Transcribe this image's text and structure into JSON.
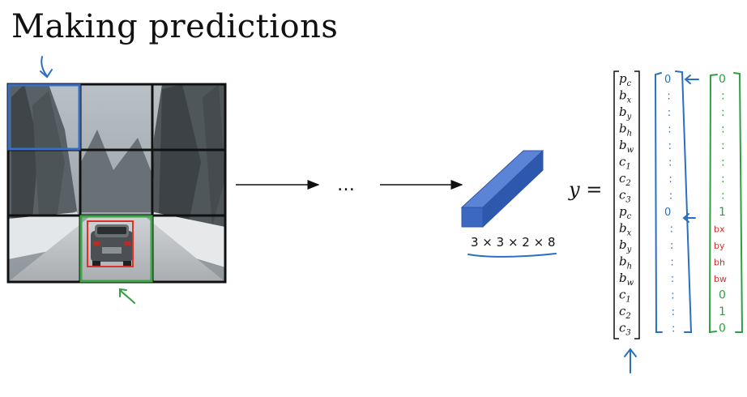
{
  "title": "Making predictions",
  "ellipsis": "…",
  "y_label": "y =",
  "output_shape": "3 × 3 × 2 × 8",
  "vector_labels": [
    {
      "base": "p",
      "sub": "c"
    },
    {
      "base": "b",
      "sub": "x"
    },
    {
      "base": "b",
      "sub": "y"
    },
    {
      "base": "b",
      "sub": "h"
    },
    {
      "base": "b",
      "sub": "w"
    },
    {
      "base": "c",
      "sub": "1"
    },
    {
      "base": "c",
      "sub": "2"
    },
    {
      "base": "c",
      "sub": "3"
    },
    {
      "base": "p",
      "sub": "c"
    },
    {
      "base": "b",
      "sub": "x"
    },
    {
      "base": "b",
      "sub": "y"
    },
    {
      "base": "b",
      "sub": "h"
    },
    {
      "base": "b",
      "sub": "w"
    },
    {
      "base": "c",
      "sub": "1"
    },
    {
      "base": "c",
      "sub": "2"
    },
    {
      "base": "c",
      "sub": "3"
    }
  ],
  "blue_vector": [
    "0",
    ":",
    ":",
    ":",
    ":",
    ":",
    ":",
    ":",
    "0",
    ":",
    ":",
    ":",
    ":",
    ":",
    ":",
    ":"
  ],
  "green_vector": [
    {
      "text": "0",
      "color": "green"
    },
    {
      "text": ":",
      "color": "green"
    },
    {
      "text": ":",
      "color": "green"
    },
    {
      "text": ":",
      "color": "green"
    },
    {
      "text": ":",
      "color": "green"
    },
    {
      "text": ":",
      "color": "green"
    },
    {
      "text": ":",
      "color": "green"
    },
    {
      "text": ":",
      "color": "green"
    },
    {
      "text": "1",
      "color": "green"
    },
    {
      "text": "bx",
      "color": "red"
    },
    {
      "text": "by",
      "color": "red"
    },
    {
      "text": "bh",
      "color": "red"
    },
    {
      "text": "bw",
      "color": "red"
    },
    {
      "text": "0",
      "color": "green"
    },
    {
      "text": "1",
      "color": "green"
    },
    {
      "text": "0",
      "color": "green"
    }
  ],
  "colors": {
    "blue_box": "#3a6ec4",
    "green_box": "#3aa845",
    "red_box": "#e0302a",
    "cube": "#3a66c0",
    "annotation_blue": "#2a6fc0",
    "annotation_green": "#2ea043"
  }
}
